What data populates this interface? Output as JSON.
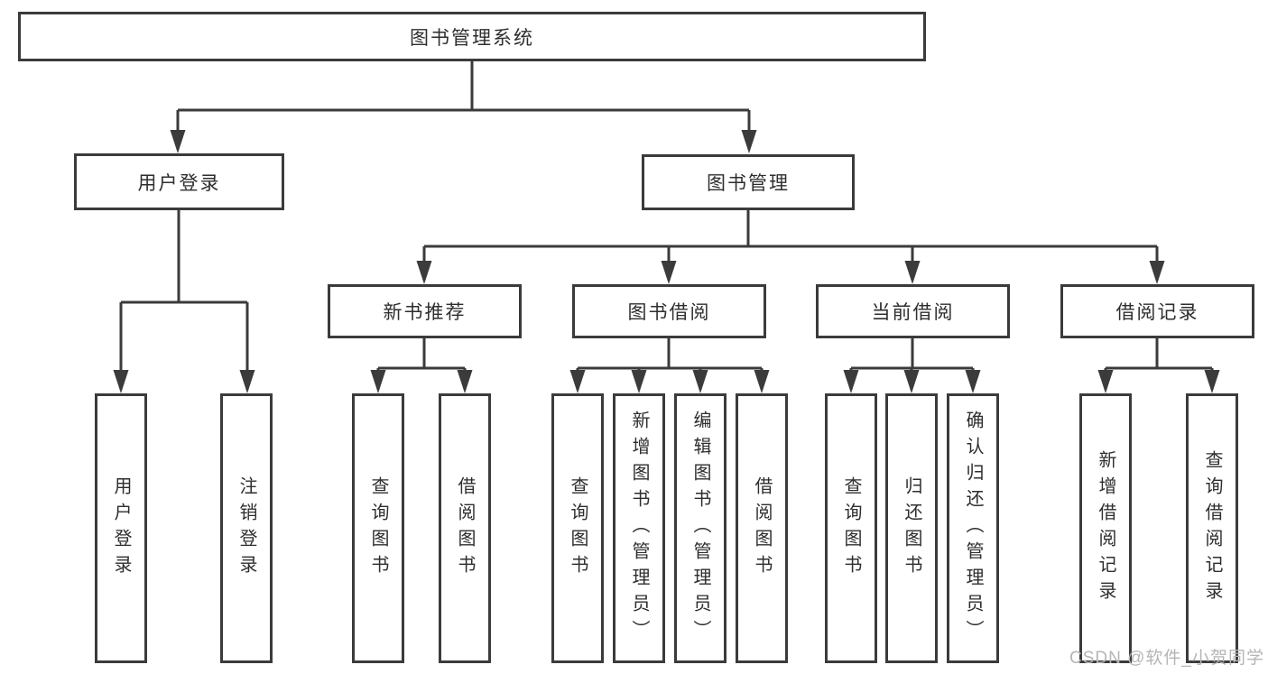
{
  "diagram": {
    "title": "图书管理系统",
    "line_color": "#3b3b3b",
    "text_color": "#2e2e2e",
    "background_color": "#ffffff",
    "root": {
      "label": "图书管理系统"
    },
    "branches": [
      {
        "label": "用户登录",
        "children": [
          {
            "label": "用户登录"
          },
          {
            "label": "注销登录"
          }
        ]
      },
      {
        "label": "图书管理",
        "children": [
          {
            "label": "新书推荐",
            "children": [
              {
                "label": "查询图书"
              },
              {
                "label": "借阅图书"
              }
            ]
          },
          {
            "label": "图书借阅",
            "children": [
              {
                "label": "查询图书"
              },
              {
                "label": "新增图书（管理员）"
              },
              {
                "label": "编辑图书（管理员）"
              },
              {
                "label": "借阅图书"
              }
            ]
          },
          {
            "label": "当前借阅",
            "children": [
              {
                "label": "查询图书"
              },
              {
                "label": "归还图书"
              },
              {
                "label": "确认归还（管理员）"
              }
            ]
          },
          {
            "label": "借阅记录",
            "children": [
              {
                "label": "新增借阅记录"
              },
              {
                "label": "查询借阅记录"
              }
            ]
          }
        ]
      }
    ]
  },
  "watermark": {
    "text": "CSDN @软件_小贺同学",
    "color": "#b5b5b5"
  }
}
